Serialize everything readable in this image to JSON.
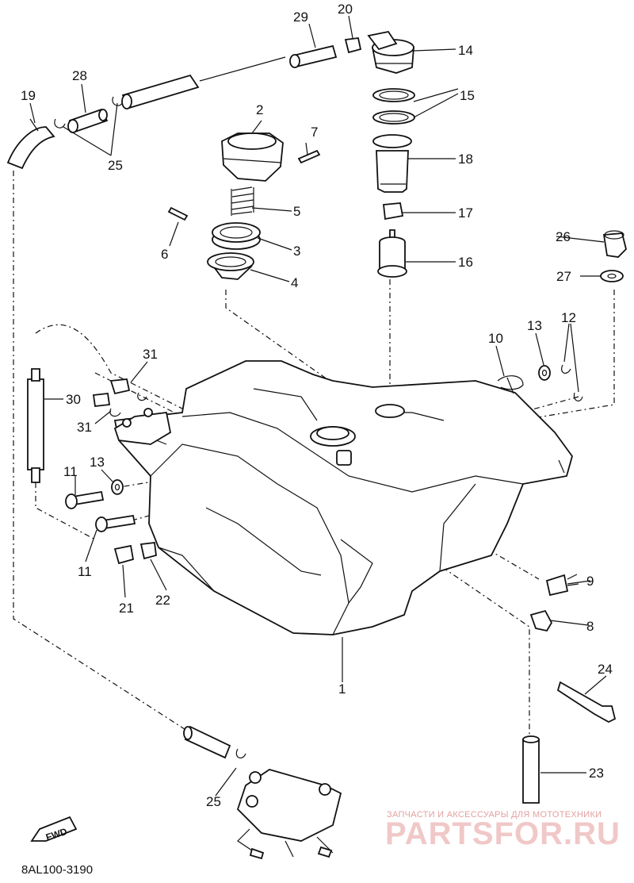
{
  "diagram": {
    "callouts": {
      "c1": "1",
      "c2": "2",
      "c3": "3",
      "c4": "4",
      "c5": "5",
      "c6": "6",
      "c8": "8",
      "c9": "9",
      "c10": "10",
      "c7": "7",
      "c11a": "11",
      "c11b": "11",
      "c12": "12",
      "c13a": "13",
      "c13b": "13",
      "c14": "14",
      "c15": "15",
      "c16": "16",
      "c17": "17",
      "c18": "18",
      "c19": "19",
      "c20": "20",
      "c21": "21",
      "c22": "22",
      "c23": "23",
      "c24": "24",
      "c25a": "25",
      "c25b": "25",
      "c26": "26",
      "c27": "27",
      "c28": "28",
      "c29": "29",
      "c30": "30",
      "c31a": "31",
      "c31b": "31"
    },
    "fwd_label": "FWD",
    "diagram_code": "8AL100-3190"
  },
  "watermark": {
    "tagline": "ЗАПЧАСТИ И АКСЕССУАРЫ ДЛЯ МОТОТЕХНИКИ",
    "logo": "PARTSFOR.RU"
  }
}
